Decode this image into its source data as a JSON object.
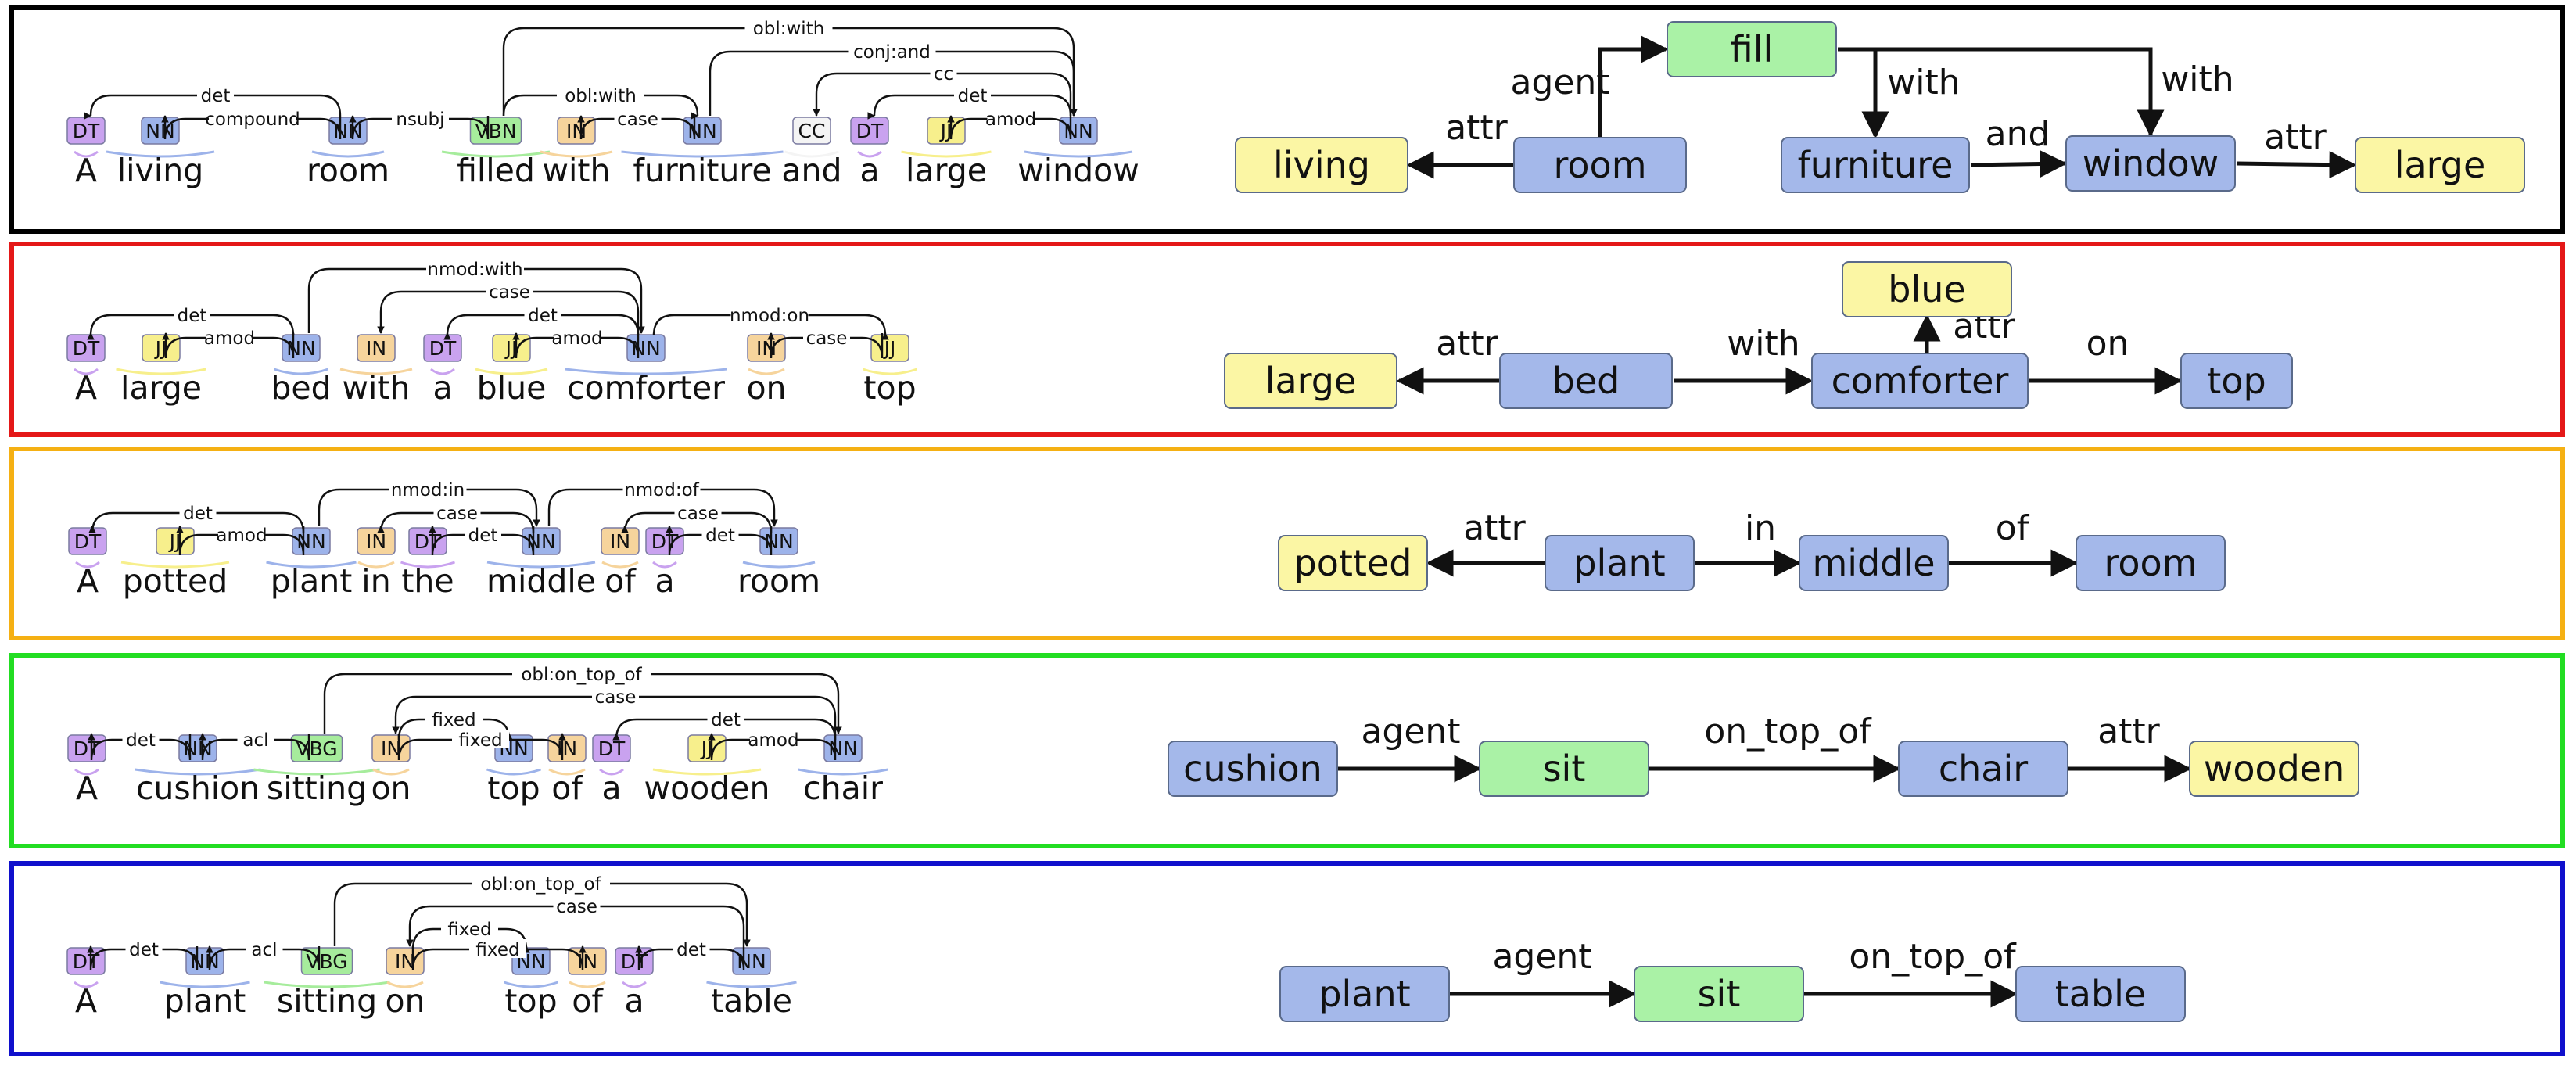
{
  "colors": {
    "DT": "#c9a2ef",
    "NN": "#9db3ea",
    "JJ": "#f7ef8c",
    "IN": "#f6d49c",
    "VBN": "#a6ec9c",
    "VBG": "#a6ec9c",
    "CC": "#f4f4f4",
    "node_entity": "#a4b8ea",
    "node_attr": "#fbf6a4",
    "node_action": "#aaf2a6",
    "panel_borders": [
      "#000000",
      "#e41818",
      "#f5b013",
      "#22dd22",
      "#1010cc"
    ]
  },
  "panels": [
    {
      "tokens": [
        {
          "word": "A",
          "tag": "DT"
        },
        {
          "word": "living",
          "tag": "NN"
        },
        {
          "word": "room",
          "tag": "NN"
        },
        {
          "word": "filled",
          "tag": "VBN"
        },
        {
          "word": "with",
          "tag": "IN"
        },
        {
          "word": "furniture",
          "tag": "NN"
        },
        {
          "word": "and",
          "tag": "CC"
        },
        {
          "word": "a",
          "tag": "DT"
        },
        {
          "word": "large",
          "tag": "JJ"
        },
        {
          "word": "window",
          "tag": "NN"
        }
      ],
      "arcs": [
        {
          "label": "det"
        },
        {
          "label": "compound"
        },
        {
          "label": "nsubj"
        },
        {
          "label": "obl:with"
        },
        {
          "label": "case"
        },
        {
          "label": "obl:with"
        },
        {
          "label": "conj:and"
        },
        {
          "label": "cc"
        },
        {
          "label": "det"
        },
        {
          "label": "amod"
        }
      ],
      "graph": {
        "nodes": [
          {
            "text": "living",
            "kind": "attr"
          },
          {
            "text": "room",
            "kind": "entity"
          },
          {
            "text": "fill",
            "kind": "action"
          },
          {
            "text": "furniture",
            "kind": "entity"
          },
          {
            "text": "window",
            "kind": "entity"
          },
          {
            "text": "large",
            "kind": "attr"
          }
        ],
        "edges": [
          {
            "label": "attr"
          },
          {
            "label": "agent"
          },
          {
            "label": "with"
          },
          {
            "label": "with"
          },
          {
            "label": "and"
          },
          {
            "label": "attr"
          }
        ]
      }
    },
    {
      "tokens": [
        {
          "word": "A",
          "tag": "DT"
        },
        {
          "word": "large",
          "tag": "JJ"
        },
        {
          "word": "bed",
          "tag": "NN"
        },
        {
          "word": "with",
          "tag": "IN"
        },
        {
          "word": "a",
          "tag": "DT"
        },
        {
          "word": "blue",
          "tag": "JJ"
        },
        {
          "word": "comforter",
          "tag": "NN"
        },
        {
          "word": "on",
          "tag": "IN"
        },
        {
          "word": "top",
          "tag": "JJ"
        }
      ],
      "arcs": [
        {
          "label": "det"
        },
        {
          "label": "amod"
        },
        {
          "label": "nmod:with"
        },
        {
          "label": "case"
        },
        {
          "label": "det"
        },
        {
          "label": "amod"
        },
        {
          "label": "nmod:on"
        },
        {
          "label": "case"
        }
      ],
      "graph": {
        "nodes": [
          {
            "text": "large",
            "kind": "attr"
          },
          {
            "text": "bed",
            "kind": "entity"
          },
          {
            "text": "comforter",
            "kind": "entity"
          },
          {
            "text": "blue",
            "kind": "attr"
          },
          {
            "text": "top",
            "kind": "entity"
          }
        ],
        "edges": [
          {
            "label": "attr"
          },
          {
            "label": "with"
          },
          {
            "label": "attr"
          },
          {
            "label": "on"
          }
        ]
      }
    },
    {
      "tokens": [
        {
          "word": "A",
          "tag": "DT"
        },
        {
          "word": "potted",
          "tag": "JJ"
        },
        {
          "word": "plant",
          "tag": "NN"
        },
        {
          "word": "in",
          "tag": "IN"
        },
        {
          "word": "the",
          "tag": "DT"
        },
        {
          "word": "middle",
          "tag": "NN"
        },
        {
          "word": "of",
          "tag": "IN"
        },
        {
          "word": "a",
          "tag": "DT"
        },
        {
          "word": "room",
          "tag": "NN"
        }
      ],
      "arcs": [
        {
          "label": "det"
        },
        {
          "label": "amod"
        },
        {
          "label": "nmod:in"
        },
        {
          "label": "case"
        },
        {
          "label": "det"
        },
        {
          "label": "nmod:of"
        },
        {
          "label": "case"
        },
        {
          "label": "det"
        }
      ],
      "graph": {
        "nodes": [
          {
            "text": "potted",
            "kind": "attr"
          },
          {
            "text": "plant",
            "kind": "entity"
          },
          {
            "text": "middle",
            "kind": "entity"
          },
          {
            "text": "room",
            "kind": "entity"
          }
        ],
        "edges": [
          {
            "label": "attr"
          },
          {
            "label": "in"
          },
          {
            "label": "of"
          }
        ]
      }
    },
    {
      "tokens": [
        {
          "word": "A",
          "tag": "DT"
        },
        {
          "word": "cushion",
          "tag": "NN"
        },
        {
          "word": "sitting",
          "tag": "VBG"
        },
        {
          "word": "on",
          "tag": "IN"
        },
        {
          "word": "top",
          "tag": "NN"
        },
        {
          "word": "of",
          "tag": "IN"
        },
        {
          "word": "a",
          "tag": "DT"
        },
        {
          "word": "wooden",
          "tag": "JJ"
        },
        {
          "word": "chair",
          "tag": "NN"
        }
      ],
      "arcs": [
        {
          "label": "det"
        },
        {
          "label": "acl"
        },
        {
          "label": "obl:on_top_of"
        },
        {
          "label": "case"
        },
        {
          "label": "fixed"
        },
        {
          "label": "fixed"
        },
        {
          "label": "det"
        },
        {
          "label": "amod"
        }
      ],
      "graph": {
        "nodes": [
          {
            "text": "cushion",
            "kind": "entity"
          },
          {
            "text": "sit",
            "kind": "action"
          },
          {
            "text": "chair",
            "kind": "entity"
          },
          {
            "text": "wooden",
            "kind": "attr"
          }
        ],
        "edges": [
          {
            "label": "agent"
          },
          {
            "label": "on_top_of"
          },
          {
            "label": "attr"
          }
        ]
      }
    },
    {
      "tokens": [
        {
          "word": "A",
          "tag": "DT"
        },
        {
          "word": "plant",
          "tag": "NN"
        },
        {
          "word": "sitting",
          "tag": "VBG"
        },
        {
          "word": "on",
          "tag": "IN"
        },
        {
          "word": "top",
          "tag": "NN"
        },
        {
          "word": "of",
          "tag": "IN"
        },
        {
          "word": "a",
          "tag": "DT"
        },
        {
          "word": "table",
          "tag": "NN"
        }
      ],
      "arcs": [
        {
          "label": "det"
        },
        {
          "label": "acl"
        },
        {
          "label": "obl:on_top_of"
        },
        {
          "label": "case"
        },
        {
          "label": "fixed"
        },
        {
          "label": "fixed"
        },
        {
          "label": "det"
        }
      ],
      "graph": {
        "nodes": [
          {
            "text": "plant",
            "kind": "entity"
          },
          {
            "text": "sit",
            "kind": "action"
          },
          {
            "text": "table",
            "kind": "entity"
          }
        ],
        "edges": [
          {
            "label": "agent"
          },
          {
            "label": "on_top_of"
          }
        ]
      }
    }
  ]
}
